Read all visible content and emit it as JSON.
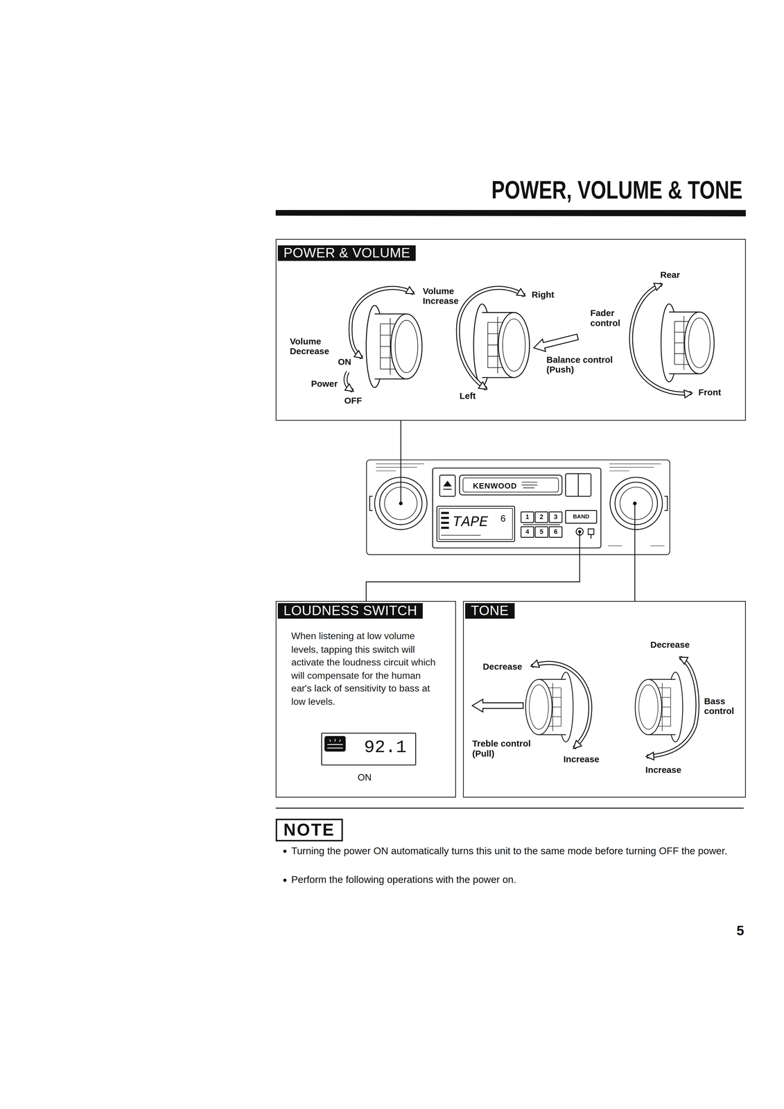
{
  "diagram": {
    "title": "POWER, VOLUME & TONE",
    "nodes": [
      {
        "text": [
          "POWER & VOLUME"
        ]
      },
      {
        "text": [
          "KENWOOD"
        ]
      },
      {
        "text": [
          "LOUDNESS SWITCH",
          "When listening at low volume levels, tapping this switch will activate the loudness circuit which will compensate for the human ear's lack of sensitivity to bass at low levels."
        ]
      },
      {
        "text": [
          "TONE"
        ]
      },
      {
        "text": [
          "NOTE"
        ]
      }
    ],
    "edges": [
      {
        "from": 0,
        "to": 1,
        "arrow": "none"
      },
      {
        "from": 1,
        "to": 2,
        "arrow": "none"
      },
      {
        "from": 1,
        "to": 3,
        "arrow": "none"
      }
    ],
    "labels": [
      "Volume Increase",
      "Volume Decrease",
      "ON",
      "Power",
      "OFF",
      "Right",
      "Left",
      "Balance control (Push)",
      "Rear",
      "Fader control",
      "Front",
      "TAPE",
      "6",
      "1",
      "2",
      "3",
      "4",
      "5",
      "6",
      "BAND",
      "92.1",
      "ON",
      "Decrease",
      "Treble control (Pull)",
      "Increase",
      "Decrease",
      "Bass control",
      "Increase",
      "Turning the power ON automatically turns this unit to the same mode before turning OFF the power.",
      "Perform the following operations with the power on.",
      "5"
    ]
  }
}
